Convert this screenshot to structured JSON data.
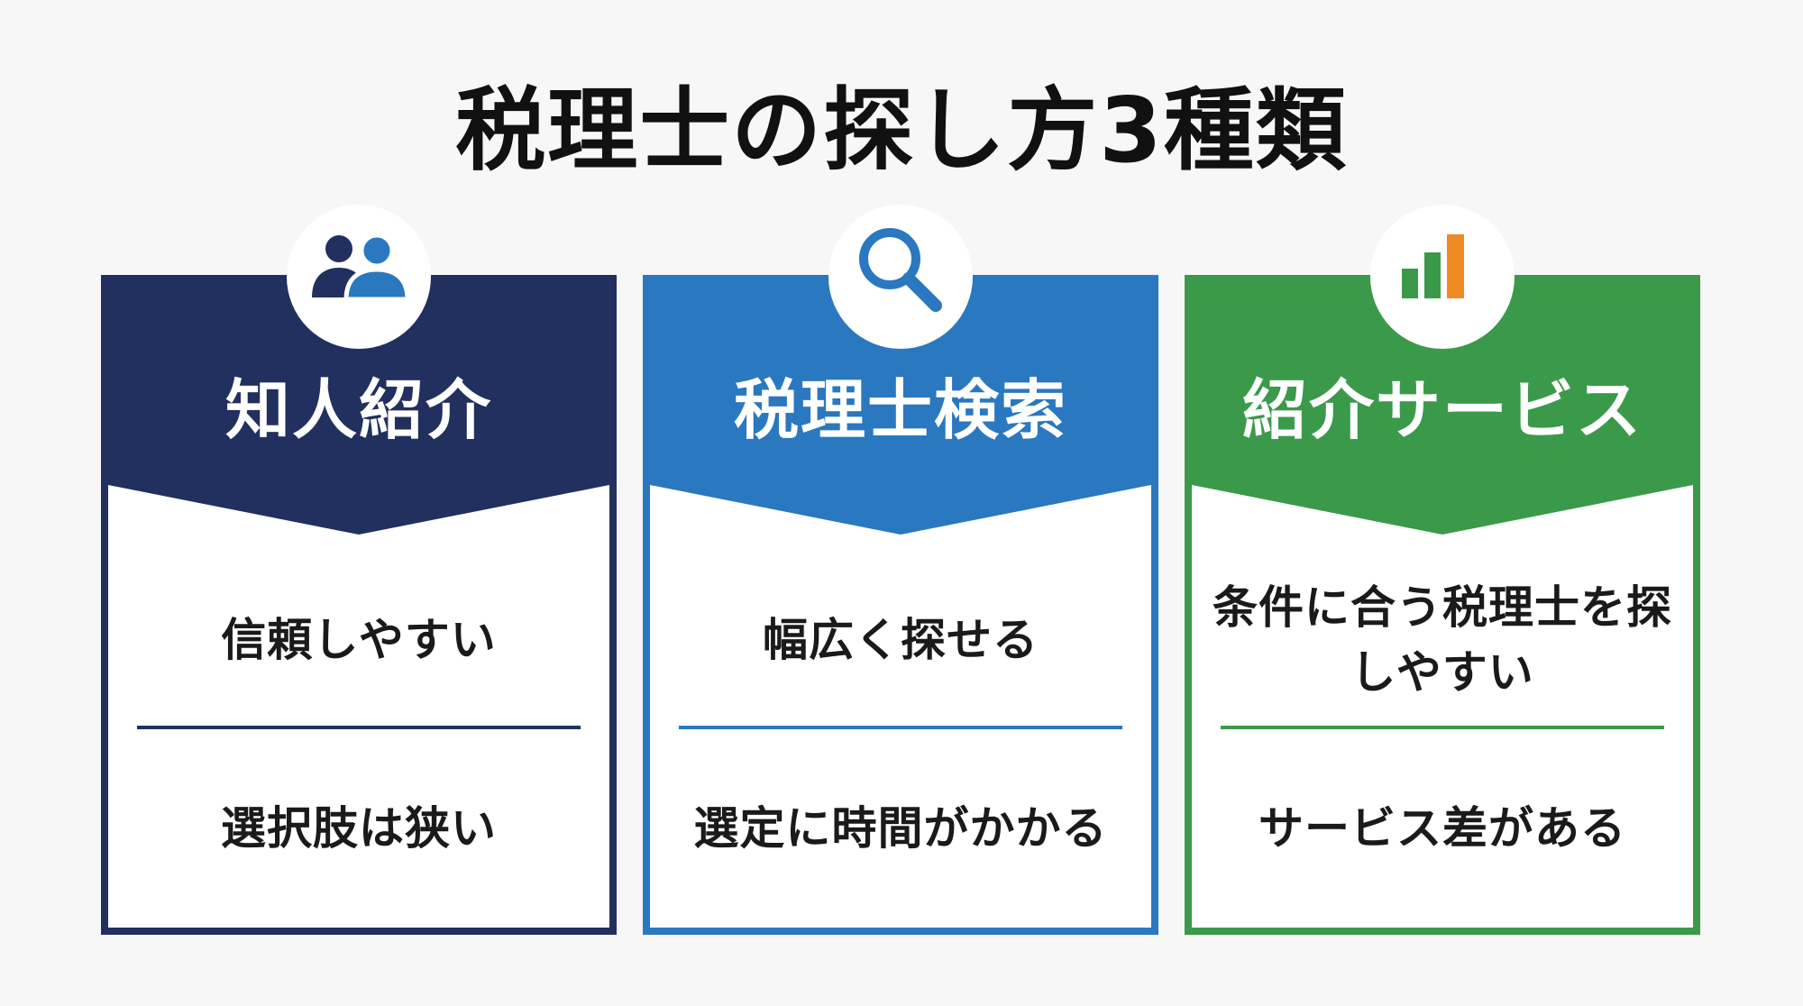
{
  "title": "税理士の探し方3種類",
  "cards": [
    {
      "name": "知人紹介",
      "icon": "people-icon",
      "color": "#22305f",
      "pro": "信頼しやすい",
      "con": "選択肢は狭い"
    },
    {
      "name": "税理士検索",
      "icon": "search-icon",
      "color": "#2a78bf",
      "pro": "幅広く探せる",
      "con": "選定に時間がかかる"
    },
    {
      "name": "紹介サービス",
      "icon": "bar-chart-icon",
      "color": "#3a9a4a",
      "accent": "#f08a22",
      "pro": "条件に合う税理士を探しやすい",
      "con": "サービス差がある"
    }
  ]
}
